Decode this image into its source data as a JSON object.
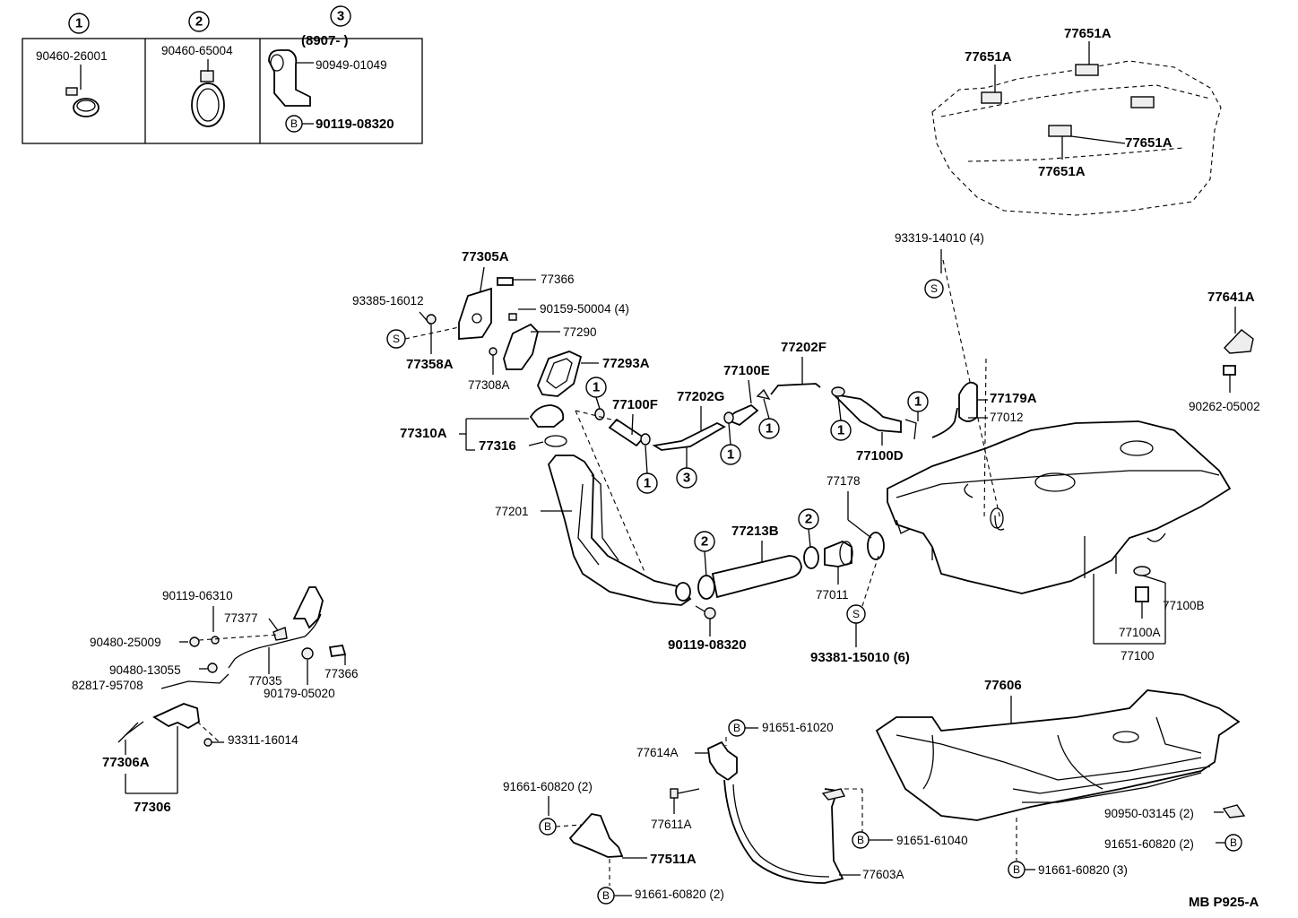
{
  "legend": {
    "box1": {
      "marker": "1",
      "part": "90460-26001"
    },
    "box2": {
      "marker": "2",
      "part": "90460-65004"
    },
    "box3": {
      "marker": "3",
      "range": "(8907-       )",
      "part": "90949-01049",
      "bolt_marker": "B",
      "bolt": "90119-08320"
    }
  },
  "labels": {
    "p77651A_1": "77651A",
    "p77651A_2": "77651A",
    "p77651A_3": "77651A",
    "p77651A_4": "77651A",
    "p93319": "93319-14010 (4)",
    "p77641A": "77641A",
    "p90262": "90262-05002",
    "p77305A": "77305A",
    "p77366a": "77366",
    "p93385": "93385-16012",
    "p90159": "90159-50004 (4)",
    "p77290": "77290",
    "p77358A": "77358A",
    "p77293A": "77293A",
    "p77308A": "77308A",
    "p77202F": "77202F",
    "p77100E": "77100E",
    "p77202G": "77202G",
    "p77100F": "77100F",
    "p77179A": "77179A",
    "p77012": "77012",
    "p77100D": "77100D",
    "p77310A": "77310A",
    "p77316": "77316",
    "p77201": "77201",
    "p77178": "77178",
    "p77213B": "77213B",
    "p77011": "77011",
    "p90119_08320": "90119-08320",
    "p93381": "93381-15010 (6)",
    "p77100B": "77100B",
    "p77100A": "77100A",
    "p77100": "77100",
    "p90119_06310": "90119-06310",
    "p77377": "77377",
    "p90480_25009": "90480-25009",
    "p90480_13055": "90480-13055",
    "p82817": "82817-95708",
    "p77035": "77035",
    "p77366b": "77366",
    "p90179": "90179-05020",
    "p93311": "93311-16014",
    "p77306A": "77306A",
    "p77306": "77306",
    "p77606": "77606",
    "p91651_61020": "91651-61020",
    "p77614A": "77614A",
    "p91661_60820_2a": "91661-60820 (2)",
    "p77611A": "77611A",
    "p77511A": "77511A",
    "p91661_60820_2b": "91661-60820 (2)",
    "p91651_61040": "91651-61040",
    "p77603A": "77603A",
    "p91661_60820_3": "91661-60820 (3)",
    "p90950": "90950-03145 (2)",
    "p91651_60820": "91651-60820 (2)",
    "code": "MB P925-A"
  },
  "markers": {
    "one": "1",
    "two": "2",
    "three": "3",
    "s": "S",
    "b": "B"
  }
}
